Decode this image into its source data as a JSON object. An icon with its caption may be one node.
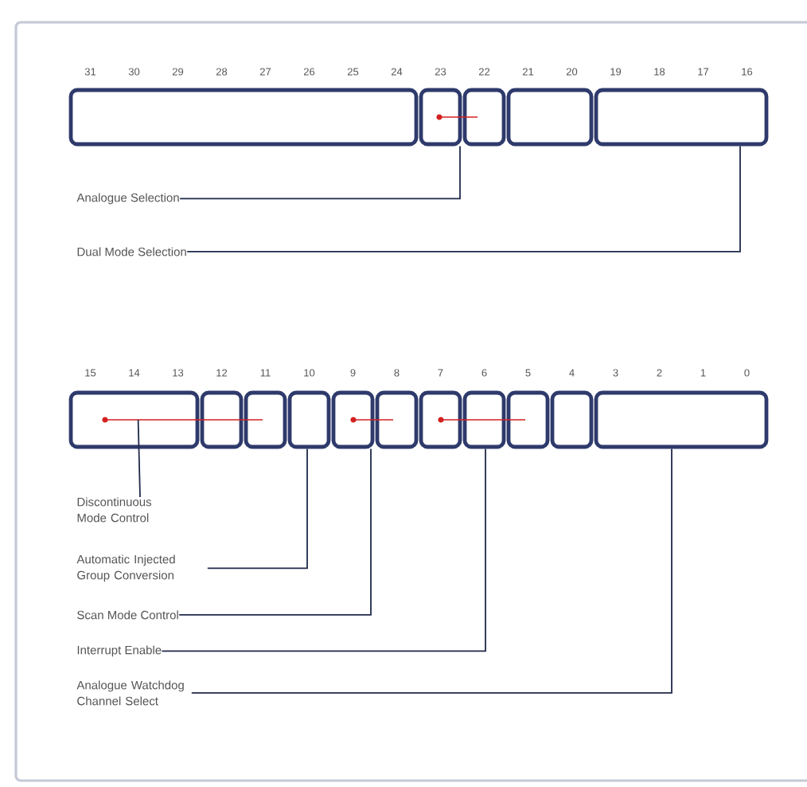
{
  "diagram": {
    "nodes": [
      {
        "text": [],
        "shape": "box"
      },
      {
        "text": [],
        "shape": "box"
      },
      {
        "text": [],
        "shape": "box"
      },
      {
        "text": [],
        "shape": "box"
      },
      {
        "text": [],
        "shape": "box"
      },
      {
        "text": [
          "Analogue Selection"
        ]
      },
      {
        "text": [
          "Dual Mode Selection"
        ]
      },
      {
        "text": [],
        "shape": "box"
      },
      {
        "text": [],
        "shape": "box"
      },
      {
        "text": [],
        "shape": "box"
      },
      {
        "text": [],
        "shape": "box"
      },
      {
        "text": [],
        "shape": "box"
      },
      {
        "text": [],
        "shape": "box"
      },
      {
        "text": [],
        "shape": "box"
      },
      {
        "text": [],
        "shape": "box"
      },
      {
        "text": [],
        "shape": "box"
      },
      {
        "text": [],
        "shape": "box"
      },
      {
        "text": [],
        "shape": "box"
      },
      {
        "text": [
          "Discontinuous Mode Control"
        ]
      },
      {
        "text": [
          "Automatic Injected Group Conversion"
        ]
      },
      {
        "text": [
          "Scan Mode Control"
        ]
      },
      {
        "text": [
          "Interrupt Enable"
        ]
      },
      {
        "text": [
          "Analogue Watchdog Channel Select"
        ]
      }
    ],
    "edges": [
      {
        "from": 5,
        "to": 2,
        "arrow": "none"
      },
      {
        "from": 6,
        "to": 4,
        "arrow": "none"
      },
      {
        "from": 18,
        "to": 7,
        "arrow": "none"
      },
      {
        "from": 19,
        "to": 10,
        "arrow": "none"
      },
      {
        "from": 20,
        "to": 12,
        "arrow": "none"
      },
      {
        "from": 21,
        "to": 14,
        "arrow": "none"
      },
      {
        "from": 22,
        "to": 17,
        "arrow": "none"
      }
    ],
    "labels": [
      "31",
      "30",
      "29",
      "28",
      "27",
      "26",
      "25",
      "24",
      "23",
      "22",
      "21",
      "20",
      "19",
      "18",
      "17",
      "16",
      "15",
      "14",
      "13",
      "12",
      "11",
      "10",
      "9",
      "8",
      "7",
      "6",
      "5",
      "4",
      "3",
      "2",
      "1",
      "0"
    ]
  }
}
